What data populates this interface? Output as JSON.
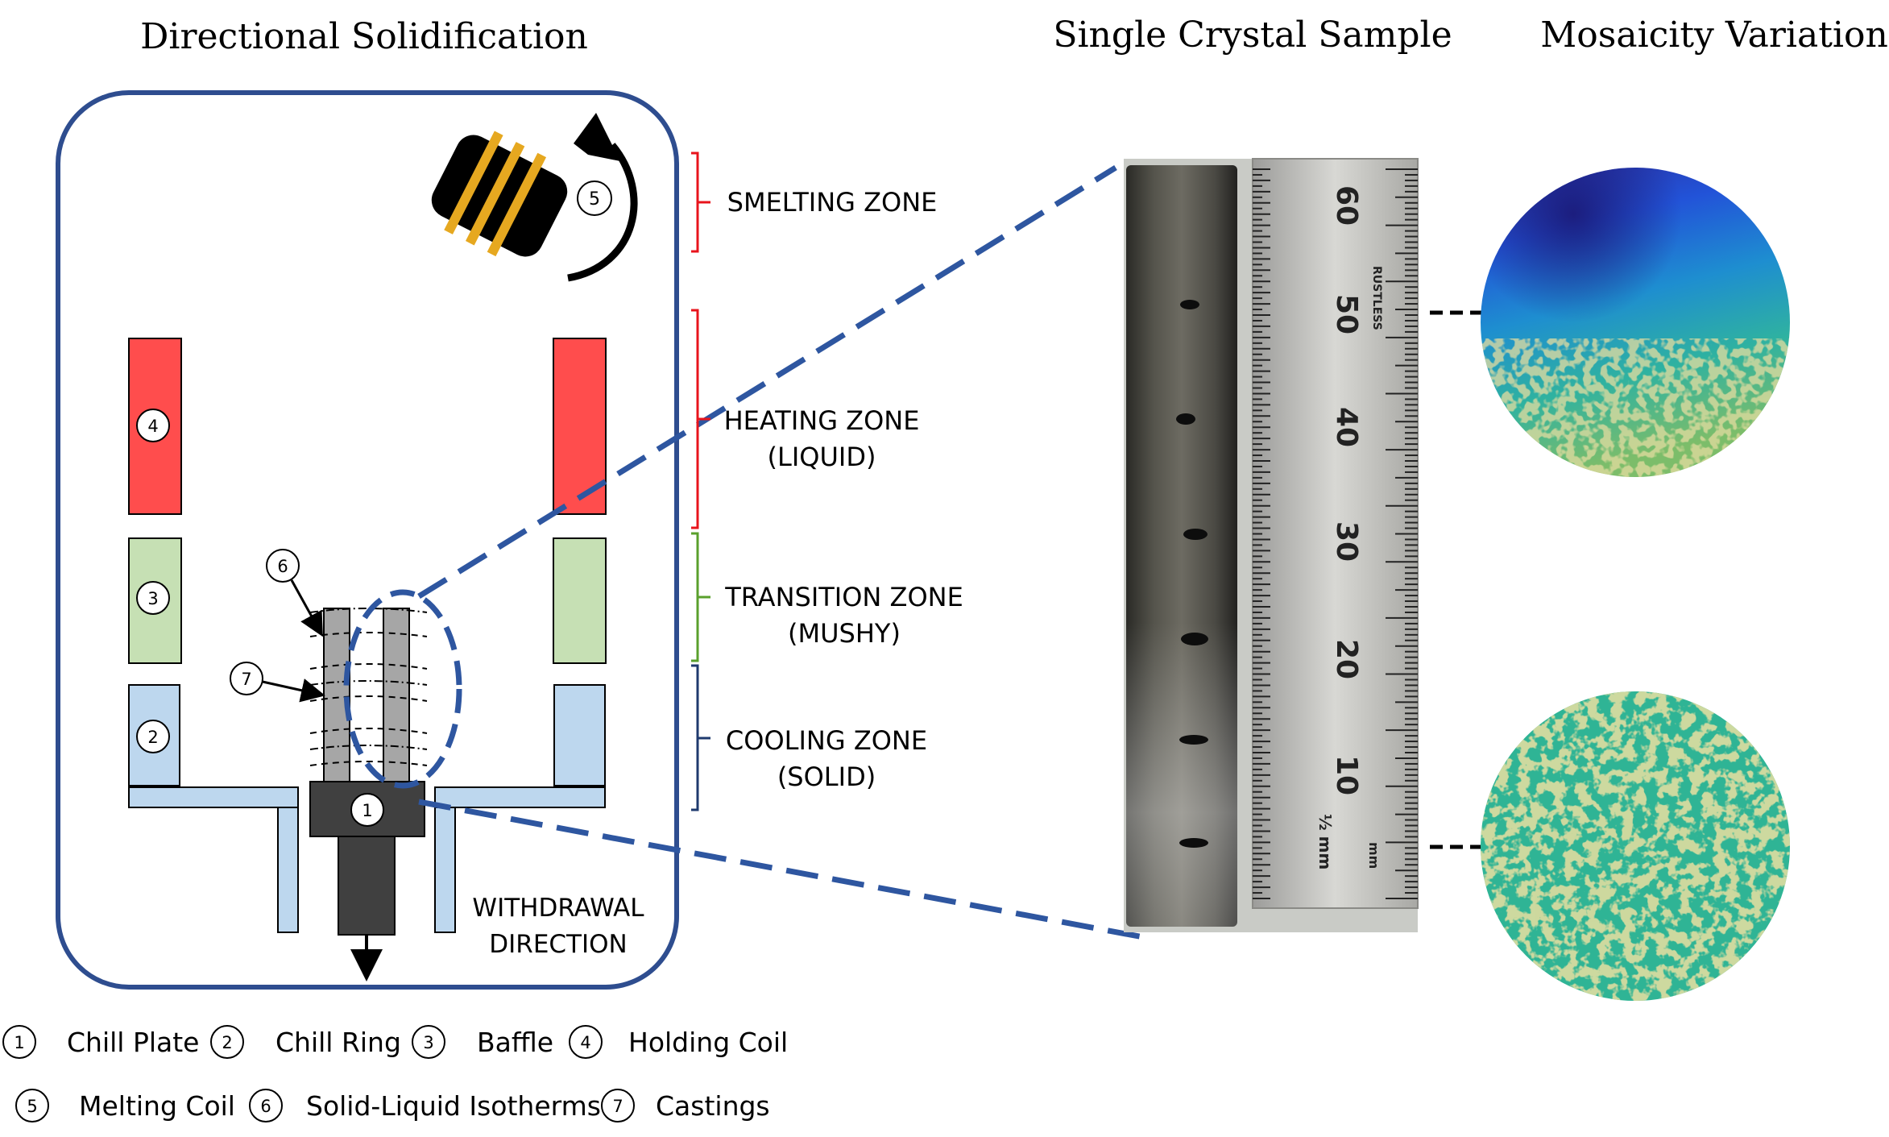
{
  "titles": {
    "left": "Directional Solidification",
    "middle": "Single Crystal Sample",
    "right": "Mosaicity Variation"
  },
  "zones": [
    {
      "label": "SMELTING ZONE",
      "sub": "",
      "color": "#e8141c"
    },
    {
      "label": "HEATING ZONE",
      "sub": "(LIQUID)",
      "color": "#e8141c"
    },
    {
      "label": "TRANSITION ZONE",
      "sub": "(MUSHY)",
      "color": "#5aa02c"
    },
    {
      "label": "COOLING ZONE",
      "sub": "(SOLID)",
      "color": "#1f3a6e"
    }
  ],
  "withdrawal": {
    "line1": "WITHDRAWAL",
    "line2": "DIRECTION"
  },
  "markers": [
    "1",
    "2",
    "3",
    "4",
    "5",
    "6",
    "7"
  ],
  "legend": [
    {
      "num": "1",
      "label": "Chill Plate"
    },
    {
      "num": "2",
      "label": "Chill Ring"
    },
    {
      "num": "3",
      "label": "Baffle"
    },
    {
      "num": "4",
      "label": "Holding Coil"
    },
    {
      "num": "5",
      "label": "Melting Coil"
    },
    {
      "num": "6",
      "label": "Solid-Liquid Isotherms"
    },
    {
      "num": "7",
      "label": "Castings"
    }
  ],
  "ruler": {
    "labels": [
      "60",
      "50",
      "40",
      "30",
      "20",
      "10"
    ],
    "brand": "RUSTLESS",
    "units_top": "½ mm",
    "units_bottom": "mm"
  },
  "colors": {
    "frame": "#2e4d8f",
    "dashed_callout": "#2e56a0",
    "holding_coil": "#ff4d4d",
    "baffle": "#c6e0b4",
    "chill_ring": "#bdd7ee",
    "chill_plate": "#404040",
    "casting": "#a6a6a6",
    "coil_band": "#e6a820"
  }
}
